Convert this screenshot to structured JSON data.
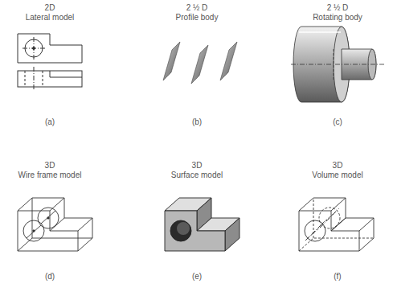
{
  "diagram": {
    "labels": [
      "2D",
      "Lateral model",
      "2 ½ D",
      "Profile body",
      "2 ½ D",
      "Rotating body",
      "(a)",
      "(b)",
      "(c)",
      "3D",
      "Wire frame model",
      "3D",
      "Surface model",
      "3D",
      "Volume model",
      "(d)",
      "(e)",
      "(f)"
    ]
  }
}
